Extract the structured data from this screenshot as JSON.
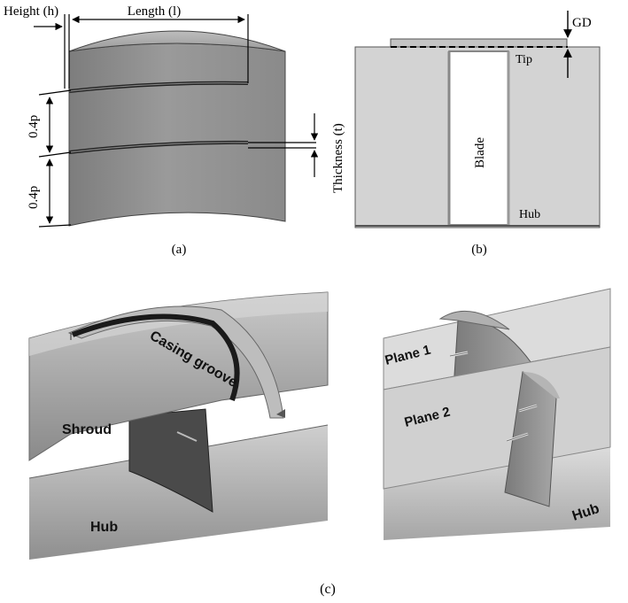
{
  "panel_a": {
    "caption": "(a)",
    "height_label": "Height (h)",
    "length_label": "Length (l)",
    "thickness_label": "Thickness (t)",
    "spacing_label_upper": "0.4p",
    "spacing_label_lower": "0.4p"
  },
  "panel_b": {
    "caption": "(b)",
    "gd_label": "GD",
    "tip_label": "Tip",
    "blade_label": "Blade",
    "hub_label": "Hub"
  },
  "panel_c": {
    "caption": "(c)",
    "left": {
      "casing_groove_label": "Casing groove",
      "shroud_label": "Shroud",
      "hub_label": "Hub"
    },
    "right": {
      "plane1_label": "Plane 1",
      "plane2_label": "Plane 2",
      "hub_label": "Hub"
    }
  }
}
